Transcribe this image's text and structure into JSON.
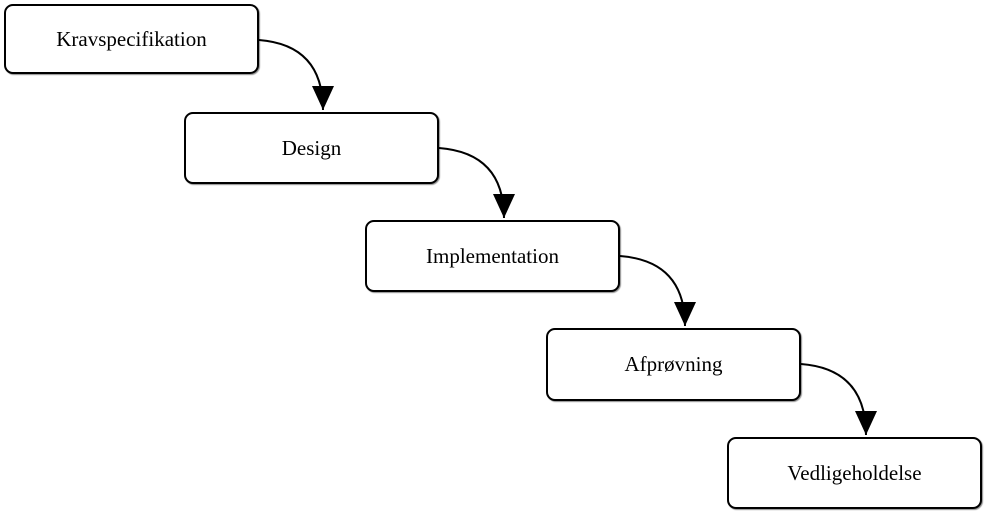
{
  "diagram": {
    "type": "flowchart-waterfall",
    "nodes": [
      {
        "id": "kravspecifikation",
        "label": "Kravspecifikation"
      },
      {
        "id": "design",
        "label": "Design"
      },
      {
        "id": "implementation",
        "label": "Implementation"
      },
      {
        "id": "afprovning",
        "label": "Afprøvning"
      },
      {
        "id": "vedligeholdelse",
        "label": "Vedligeholdelse"
      }
    ],
    "edges": [
      {
        "from": "kravspecifikation",
        "to": "design"
      },
      {
        "from": "design",
        "to": "implementation"
      },
      {
        "from": "implementation",
        "to": "afprovning"
      },
      {
        "from": "afprovning",
        "to": "vedligeholdelse"
      }
    ]
  },
  "colors": {
    "background": "#ffffff",
    "node_fill": "#ffffff",
    "node_border": "#000000",
    "arrow": "#000000",
    "text": "#000000"
  }
}
